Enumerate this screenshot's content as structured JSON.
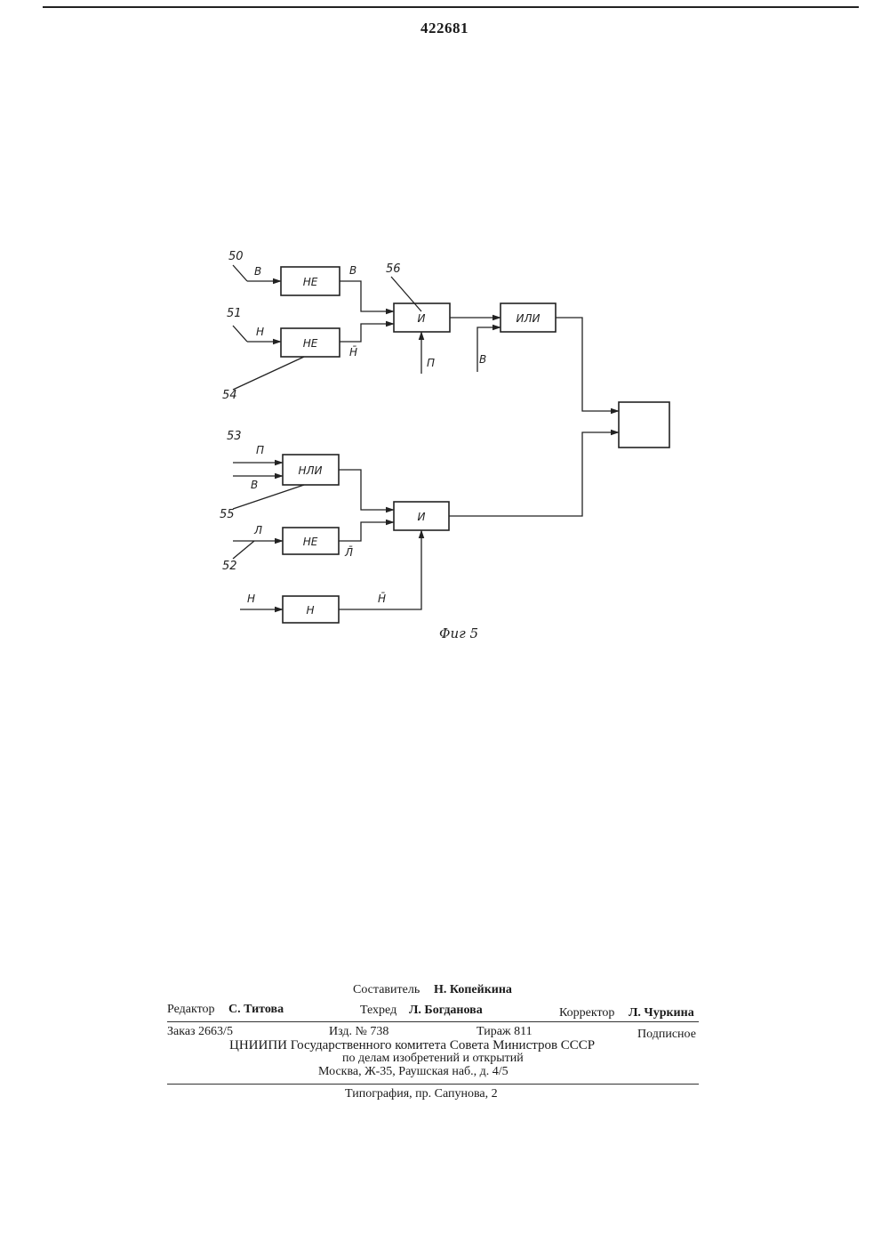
{
  "header": {
    "patent_number": "422681"
  },
  "diagram": {
    "blocks": {
      "ne_top": "НЕ",
      "ne_mid": "НЕ",
      "and_top": "И",
      "or_top": "ИЛИ",
      "or_bottom": "НЛИ",
      "ne_bottom": "НЕ",
      "and_bottom": "И",
      "n_bottom": "Н",
      "output": ""
    },
    "signals": {
      "in_50": "В",
      "in_51": "Н",
      "out_ne_top": "В",
      "out_ne_mid": "Н̄",
      "in_and_p": "П",
      "in_or_b": "В",
      "in_53_p": "П",
      "in_53_b": "В",
      "in_52": "Л",
      "out_ne_bottom": "Л̄",
      "in_n": "Н",
      "out_n": "Н̄"
    },
    "refs": {
      "r50": "50",
      "r51": "51",
      "r54": "54",
      "r56": "56",
      "r53": "53",
      "r55": "55",
      "r52": "52"
    },
    "caption": "Фиг 5"
  },
  "imprint": {
    "compiler": "Составитель",
    "compiler_name": "Н. Копейкина",
    "editor": "Редактор",
    "editor_name": "С. Титова",
    "techred": "Техред",
    "techred_name": "Л. Богданова",
    "corrector": "Корректор",
    "corrector_name": "Л. Чуркина",
    "order": "Заказ 2663/5",
    "edition_no": "Изд. № 738",
    "circulation": "Тираж 811",
    "subscription": "Подписное",
    "org": "ЦНИИПИ Государственного комитета Совета Министров СССР",
    "org_line2": "по делам изобретений и открытий",
    "address": "Москва, Ж-35, Раушская наб., д. 4/5",
    "printer": "Типография, пр. Сапунова, 2"
  }
}
